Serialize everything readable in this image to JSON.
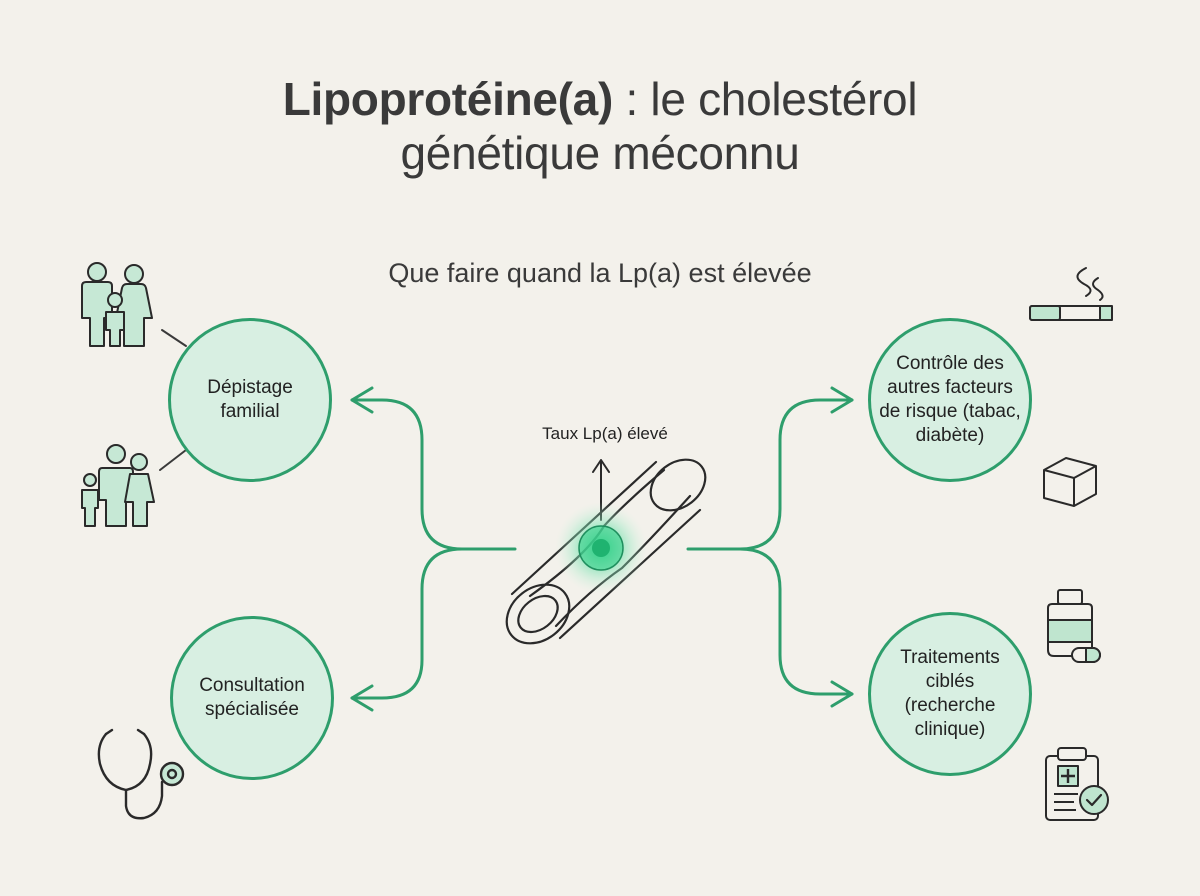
{
  "title": {
    "bold": "Lipoprotéine(a)",
    "rest": " : le cholestérol",
    "line2": "génétique méconnu"
  },
  "subtitle": "Que faire quand la Lp(a) est élevée",
  "center": {
    "label": "Taux Lp(a) élevé",
    "icon": "artery-icon"
  },
  "nodes": {
    "depistage": {
      "label": "Dépistage familial",
      "icons": [
        "family-icon",
        "family-with-children-icon"
      ]
    },
    "consultation": {
      "label": "Consultation spécialisée",
      "icons": [
        "stethoscope-icon"
      ]
    },
    "controle": {
      "label": "Contrôle des autres facteurs de risque (tabac, diabète)",
      "icons": [
        "cigarette-icon",
        "sugar-cube-icon"
      ]
    },
    "traitements": {
      "label": "Traitements ciblés (recherche clinique)",
      "icons": [
        "medicine-bottle-icon",
        "clipboard-icon"
      ]
    }
  },
  "colors": {
    "accent": "#2e9e6c",
    "node_fill": "#d8efe2",
    "background": "#f3f1eb",
    "line": "#3a3a3a"
  }
}
